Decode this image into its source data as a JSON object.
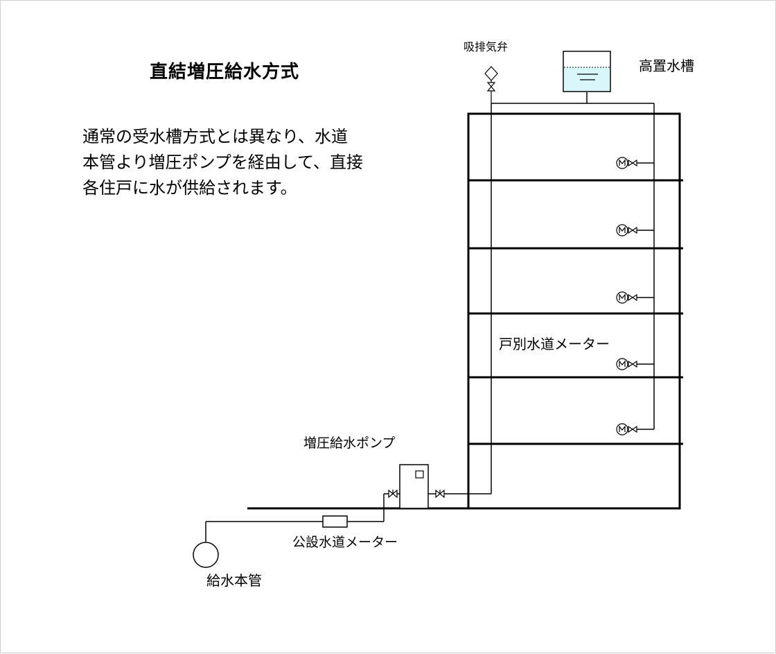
{
  "title": "直結増圧給水方式",
  "description": [
    "通常の受水槽方式とは異なり、水道",
    "本管より増圧ポンプを経由して、直接",
    "各住戸に水が供給されます。"
  ],
  "labels": {
    "air_valve": "吸排気弁",
    "elevated_tank": "高置水槽",
    "unit_meter": "戸別水道メーター",
    "booster_pump": "増圧給水ポンプ",
    "public_meter": "公設水道メーター",
    "water_main": "給水本管"
  },
  "colors": {
    "tank_water": "#d9f7fb",
    "line": "#000000"
  },
  "icons": [
    "air-valve-icon",
    "gate-valve-icon",
    "water-meter-icon",
    "pump-icon",
    "tank-icon"
  ]
}
